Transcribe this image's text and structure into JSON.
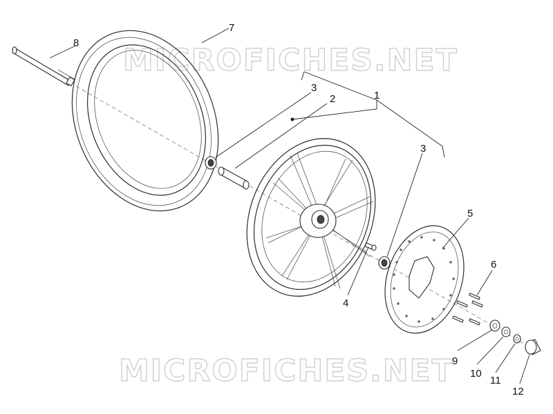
{
  "watermark": {
    "text": "MICROFICHES.NET"
  },
  "callouts": [
    {
      "id": "1",
      "label": "1"
    },
    {
      "id": "2",
      "label": "2"
    },
    {
      "id": "3a",
      "label": "3"
    },
    {
      "id": "3b",
      "label": "3"
    },
    {
      "id": "4",
      "label": "4"
    },
    {
      "id": "5",
      "label": "5"
    },
    {
      "id": "6",
      "label": "6"
    },
    {
      "id": "7",
      "label": "7"
    },
    {
      "id": "8",
      "label": "8"
    },
    {
      "id": "9",
      "label": "9"
    },
    {
      "id": "10",
      "label": "10"
    },
    {
      "id": "11",
      "label": "11"
    },
    {
      "id": "12",
      "label": "12"
    }
  ]
}
